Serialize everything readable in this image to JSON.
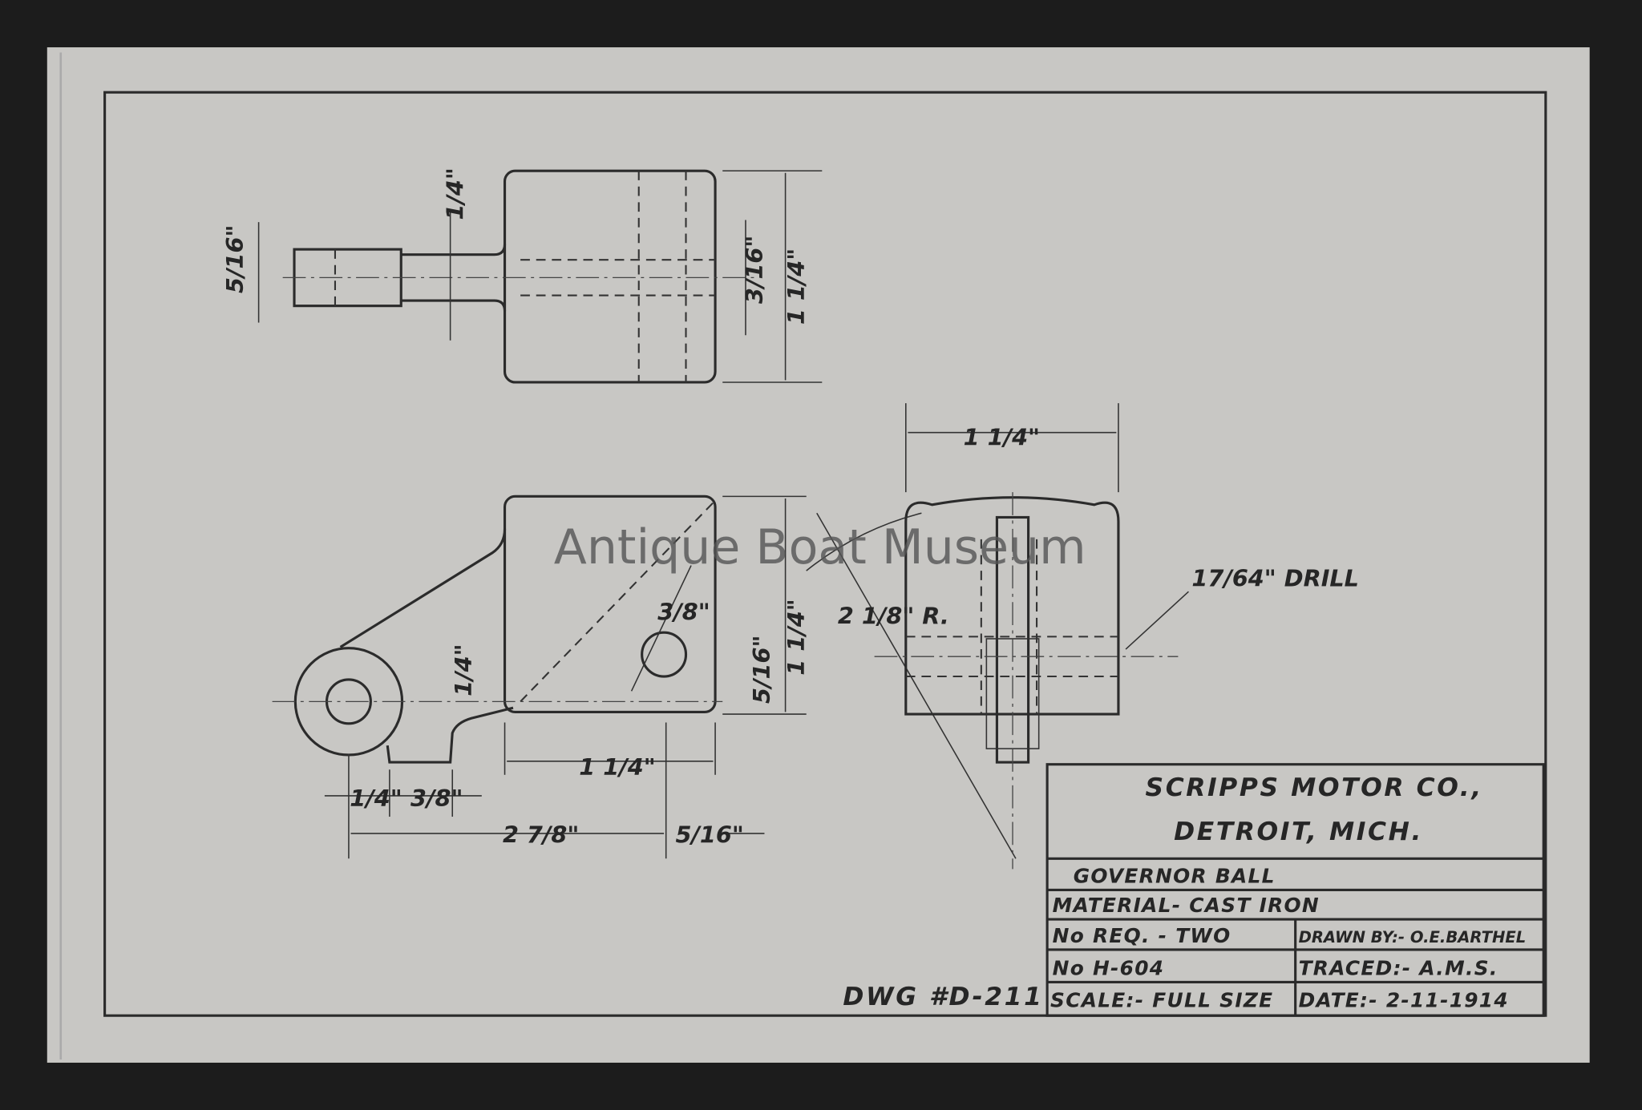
{
  "watermark": "Antique Boat Museum",
  "drawing_number": "DWG #D-211",
  "title_block": {
    "company": "SCRIPPS MOTOR CO.,",
    "location": "DETROIT, MICH.",
    "part_name": "GOVERNOR BALL",
    "material": "MATERIAL-  CAST IRON",
    "quantity": "No REQ. - TWO",
    "part_number": "No H-604",
    "scale": "SCALE:- FULL SIZE",
    "drawn_by": "DRAWN BY:- O.E.BARTHEL",
    "traced_by": "TRACED:- A.M.S.",
    "date": "DATE:- 2-11-1914"
  },
  "dimensions": {
    "top_boss": "5/16\"",
    "top_shaft": "1/4\"",
    "top_hole": "3/16\"",
    "top_height": "1 1/4\"",
    "side_width": "1 1/4\"",
    "front_height": "1 1/4\"",
    "front_hole": "3/8\"",
    "front_radius": "2 1/8\" R.",
    "front_arm": "1/4\"",
    "front_offset": "5/16\"",
    "front_width": "1 1/4\"",
    "bottom_a": "1/4\"",
    "bottom_b": "3/8\"",
    "overall": "2 7/8\"",
    "bottom_c": "5/16\"",
    "drill": "17/64\" DRILL"
  }
}
